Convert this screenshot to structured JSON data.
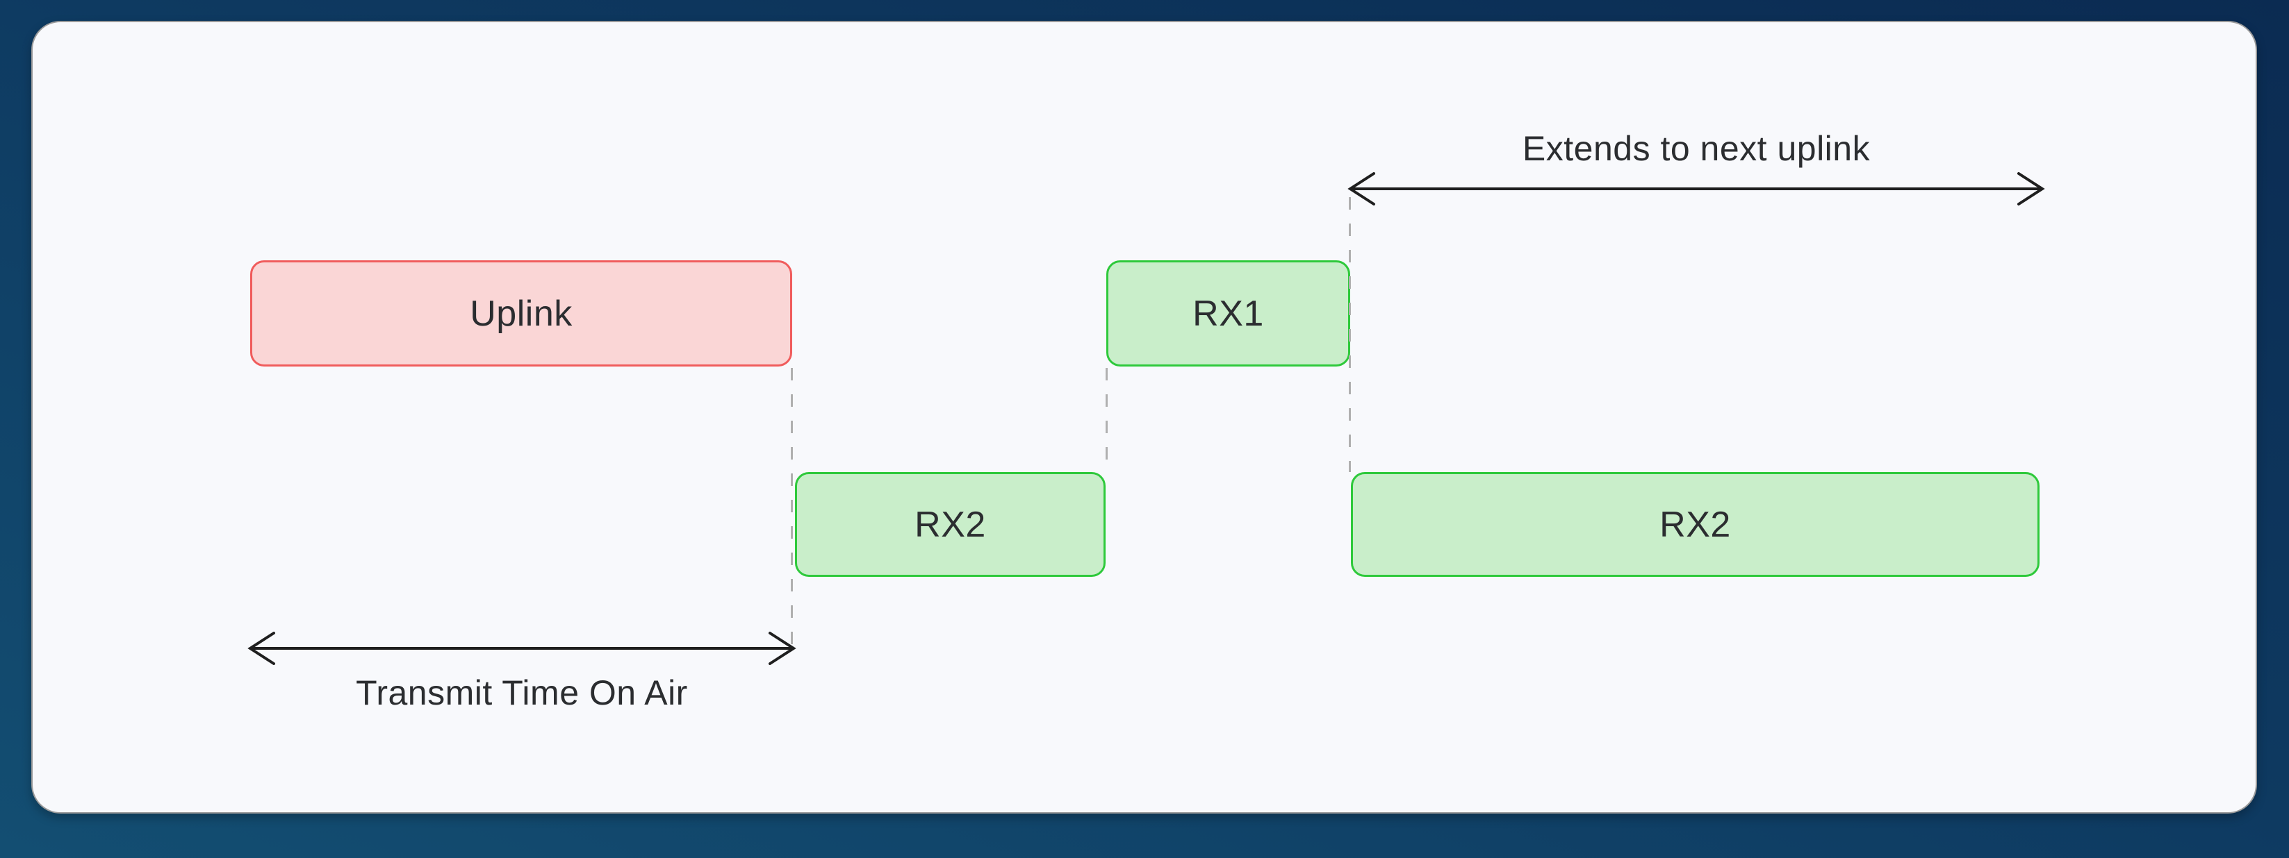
{
  "colors": {
    "page_bg_dark": "#0b2b52",
    "page_bg_mid": "#0e3a61",
    "page_bg_light": "#134e72",
    "card_bg": "#f8f9fc",
    "card_border": "#9a9a9a",
    "uplink_fill": "#fad6d6",
    "uplink_border": "#f05c5c",
    "rx_fill": "#c9eeca",
    "rx_border": "#2ec93b",
    "dash_color": "#b0b0b0",
    "arrow_color": "#1f1f1f",
    "label_color": "#2b2d30"
  },
  "boxes": {
    "uplink": {
      "label": "Uplink"
    },
    "rx1": {
      "label": "RX1"
    },
    "rx2_first": {
      "label": "RX2"
    },
    "rx2_extended": {
      "label": "RX2"
    }
  },
  "annotations": {
    "transmit_time_on_air": {
      "label": "Transmit Time On Air"
    },
    "extends_to_next_uplink": {
      "label": "Extends to next uplink"
    }
  }
}
